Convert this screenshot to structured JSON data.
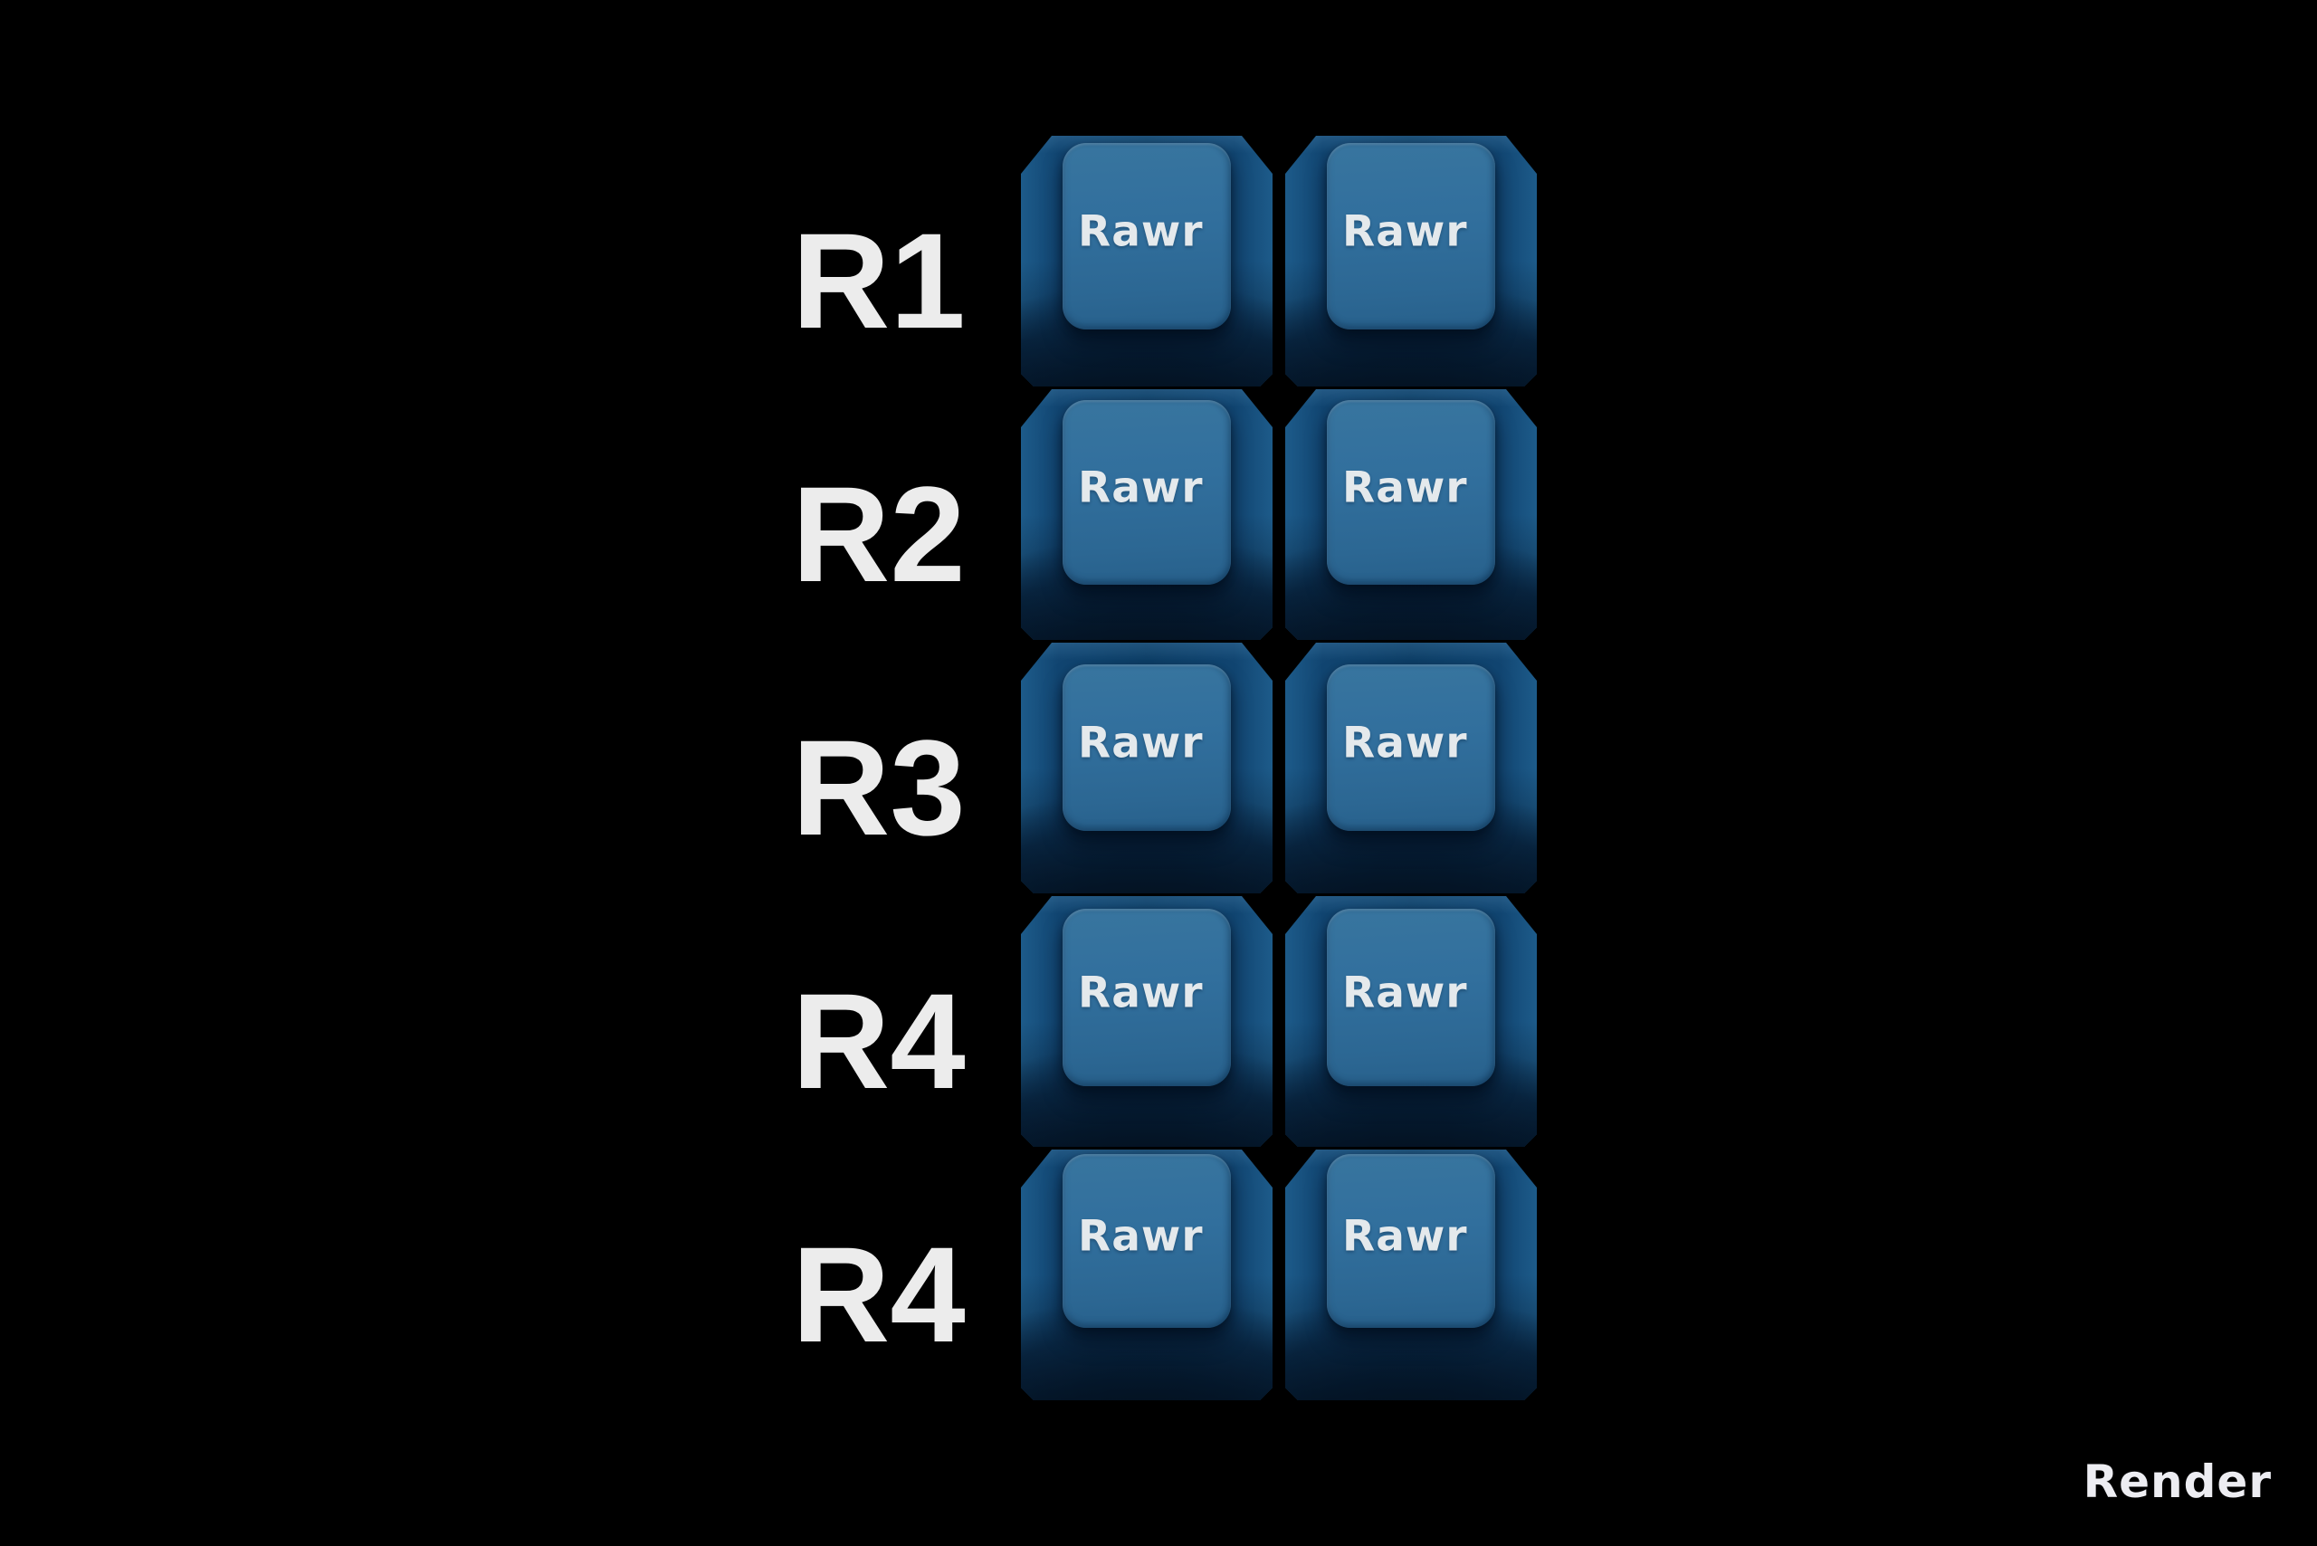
{
  "background": "#000000",
  "colors": {
    "keycap_face": "#306F9D",
    "keycap_side": "#0D3E66",
    "keycap_side_edge": "#1D5B8A",
    "keycap_bottom_shadow": "#041627",
    "legend": "#E4E9EC",
    "row_label": "#ECECEC",
    "watermark": "#EDEDF2"
  },
  "rows": [
    {
      "label": "R1",
      "keys": [
        {
          "legend": "Rawr"
        },
        {
          "legend": "Rawr"
        }
      ]
    },
    {
      "label": "R2",
      "keys": [
        {
          "legend": "Rawr"
        },
        {
          "legend": "Rawr"
        }
      ]
    },
    {
      "label": "R3",
      "keys": [
        {
          "legend": "Rawr"
        },
        {
          "legend": "Rawr"
        }
      ]
    },
    {
      "label": "R4",
      "keys": [
        {
          "legend": "Rawr"
        },
        {
          "legend": "Rawr"
        }
      ]
    },
    {
      "label": "R4",
      "keys": [
        {
          "legend": "Rawr"
        },
        {
          "legend": "Rawr"
        }
      ]
    }
  ],
  "watermark": {
    "label": "Render"
  }
}
